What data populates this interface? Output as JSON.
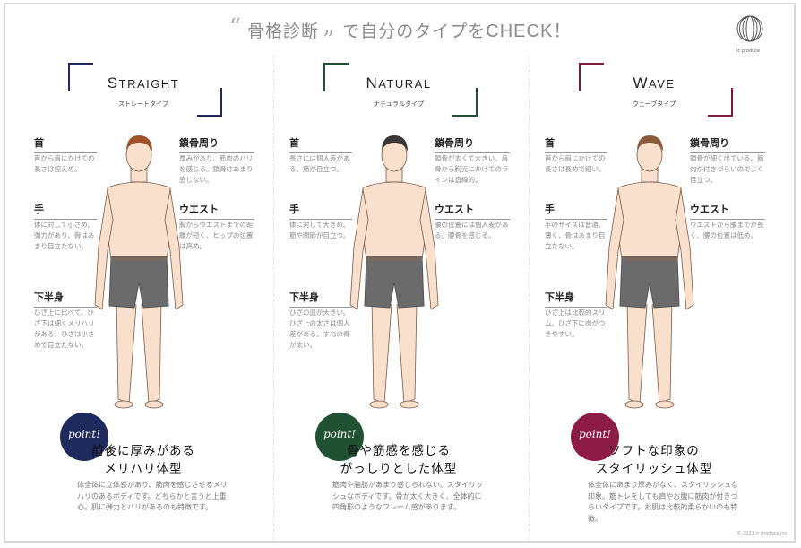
{
  "header": {
    "title_main": "骨格診断",
    "title_rest": "で自分のタイプを",
    "title_check": "CHECK！",
    "logo_text": "ic produce"
  },
  "columns": [
    {
      "id": "straight",
      "accent": "#1e2a5e",
      "name_first": "S",
      "name_rest": "TRAIGHT",
      "name_ja": "ストレートタイプ",
      "neck": {
        "label": "首",
        "text": "首から肩にかけての長さは控えめ。"
      },
      "collar": {
        "label": "鎖骨周り",
        "text": "厚みがあり、筋肉のハリを感じる。鎖骨はあまり感じない。"
      },
      "hand": {
        "label": "手",
        "text": "体に対して小さめ。弾力があり、骨はあまり目立たない。"
      },
      "waist": {
        "label": "ウエスト",
        "text": "胸からウエストまでの距離が短く、ヒップの位置は高め。"
      },
      "lower": {
        "label": "下半身",
        "text": "ひざ上に比べて、ひざ下は細くメリハリがある。ひざは小さめで目立たない。"
      },
      "point": "point!",
      "heading1": "前後に厚みがある",
      "heading2": "メリハリ体型",
      "body": "体全体に立体感があり、筋肉を感じさせるメリハリのあるボディです。どちらかと言うと上重心。肌に弾力とハリがあるのも特徴です。",
      "hair": "#a0522d"
    },
    {
      "id": "natural",
      "accent": "#1f5132",
      "name_first": "N",
      "name_rest": "ATURAL",
      "name_ja": "ナチュラルタイプ",
      "neck": {
        "label": "首",
        "text": "長さには個人差がある。筋が目立つ。"
      },
      "collar": {
        "label": "鎖骨周り",
        "text": "鎖骨が太くて大きい。肩骨から胸元にかけてのラインは直線的。"
      },
      "hand": {
        "label": "手",
        "text": "体に対して大きめ。筋や関節が目立つ。"
      },
      "waist": {
        "label": "ウエスト",
        "text": "腰の位置には個人差がある。腰骨を感じる。"
      },
      "lower": {
        "label": "下半身",
        "text": "ひざの皿が大きい。ひざ上の太さは個人差がある。すねの骨が太い。"
      },
      "point": "point!",
      "heading1": "骨や筋感を感じる",
      "heading2": "がっしりとした体型",
      "body": "筋肉や脂肪があまり感じられない、スタイリッシュなボディです。骨が太く大きく、全体的に四角形のようなフレーム感があります。",
      "hair": "#3b3735"
    },
    {
      "id": "wave",
      "accent": "#7a1a3c",
      "name_first": "W",
      "name_rest": "AVE",
      "name_ja": "ウェーブタイプ",
      "neck": {
        "label": "首",
        "text": "首から肩にかけての長さは長めで細い。"
      },
      "collar": {
        "label": "鎖骨周り",
        "text": "鎖骨が細く出ている。筋肉が付きづらいのでよく目立つ。"
      },
      "hand": {
        "label": "手",
        "text": "手のサイズは普通。薄く、骨はあまり目立たない。"
      },
      "waist": {
        "label": "ウエスト",
        "text": "ウエストから腰までが長く、腰の位置は低め。"
      },
      "lower": {
        "label": "下半身",
        "text": "ひざ上は比較的スリム。ひざ下に肉がつきやすい。"
      },
      "point": "point!",
      "heading1": "ソフトな印象の",
      "heading2": "スタイリッシュ体型",
      "body": "体全体にあまり厚みがなく、スタイリッシュな印象。筋トレをしても肩やお腹に筋肉が付きづらいタイプです。お肌は比較的柔らかいのも特徴。",
      "hair": "#8b5a3c"
    }
  ],
  "point_colors": [
    "#1e2a5e",
    "#1f5132",
    "#8c1b45"
  ],
  "copyright": "© 2021 ic produce inc."
}
